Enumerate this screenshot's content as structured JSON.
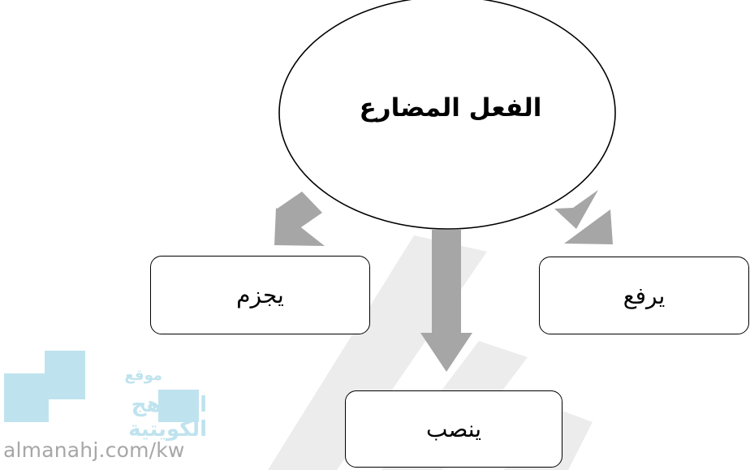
{
  "diagram": {
    "root": {
      "label": "الفعل المضارع"
    },
    "children": [
      {
        "id": "left",
        "label": "يجزم"
      },
      {
        "id": "middle",
        "label": "ينصب"
      },
      {
        "id": "right",
        "label": "يرفع"
      }
    ]
  },
  "watermark": {
    "line1": "موقع",
    "line2": "المناهج الكويتية",
    "url": "almanahj.com/kw"
  },
  "colors": {
    "arrow": "#a6a6a6",
    "watermark_block": "#bfe3ee",
    "watermark_pencil": "#ececec",
    "stroke": "#000000"
  }
}
